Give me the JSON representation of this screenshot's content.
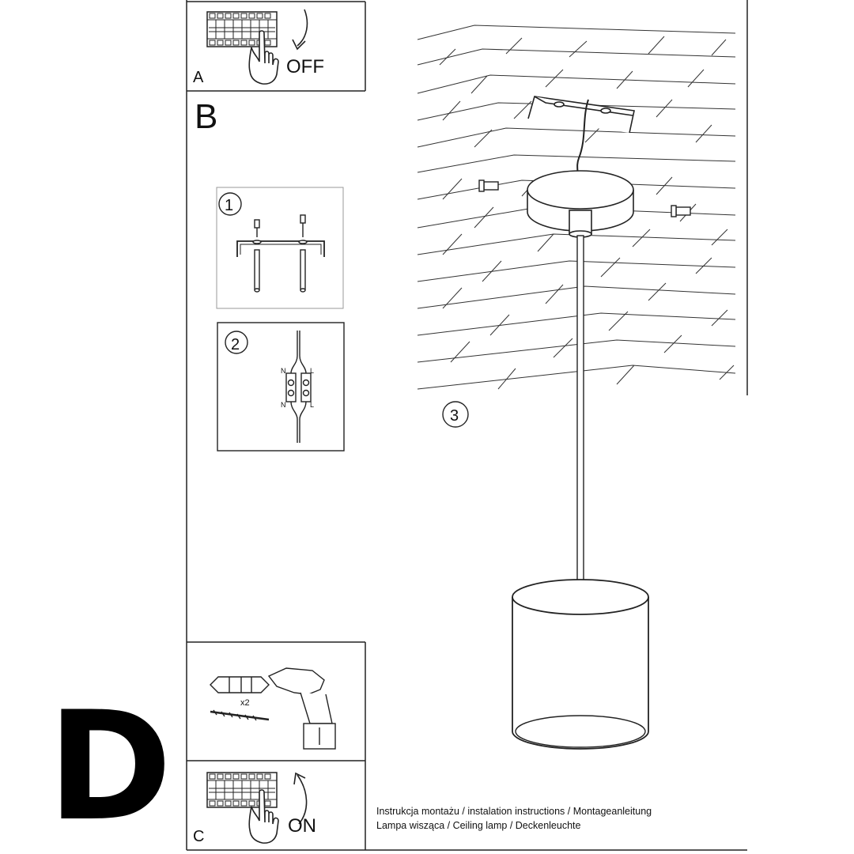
{
  "sections": {
    "a_label": "A",
    "a_text": "OFF",
    "b_label": "B",
    "c_label": "C",
    "c_text": "ON"
  },
  "steps": {
    "step1": "1",
    "step2": "2",
    "step3": "3"
  },
  "wiring": {
    "n_top": "N",
    "l_top": "L",
    "n_bottom": "N",
    "l_bottom": "L"
  },
  "drill": {
    "quantity": "x2"
  },
  "footer": {
    "line1": "Instrukcja montażu / instalation instructions / Montageanleitung",
    "line2": "Lampa wisząca / Ceiling lamp / Deckenleuchte"
  },
  "variant_letter": "D"
}
